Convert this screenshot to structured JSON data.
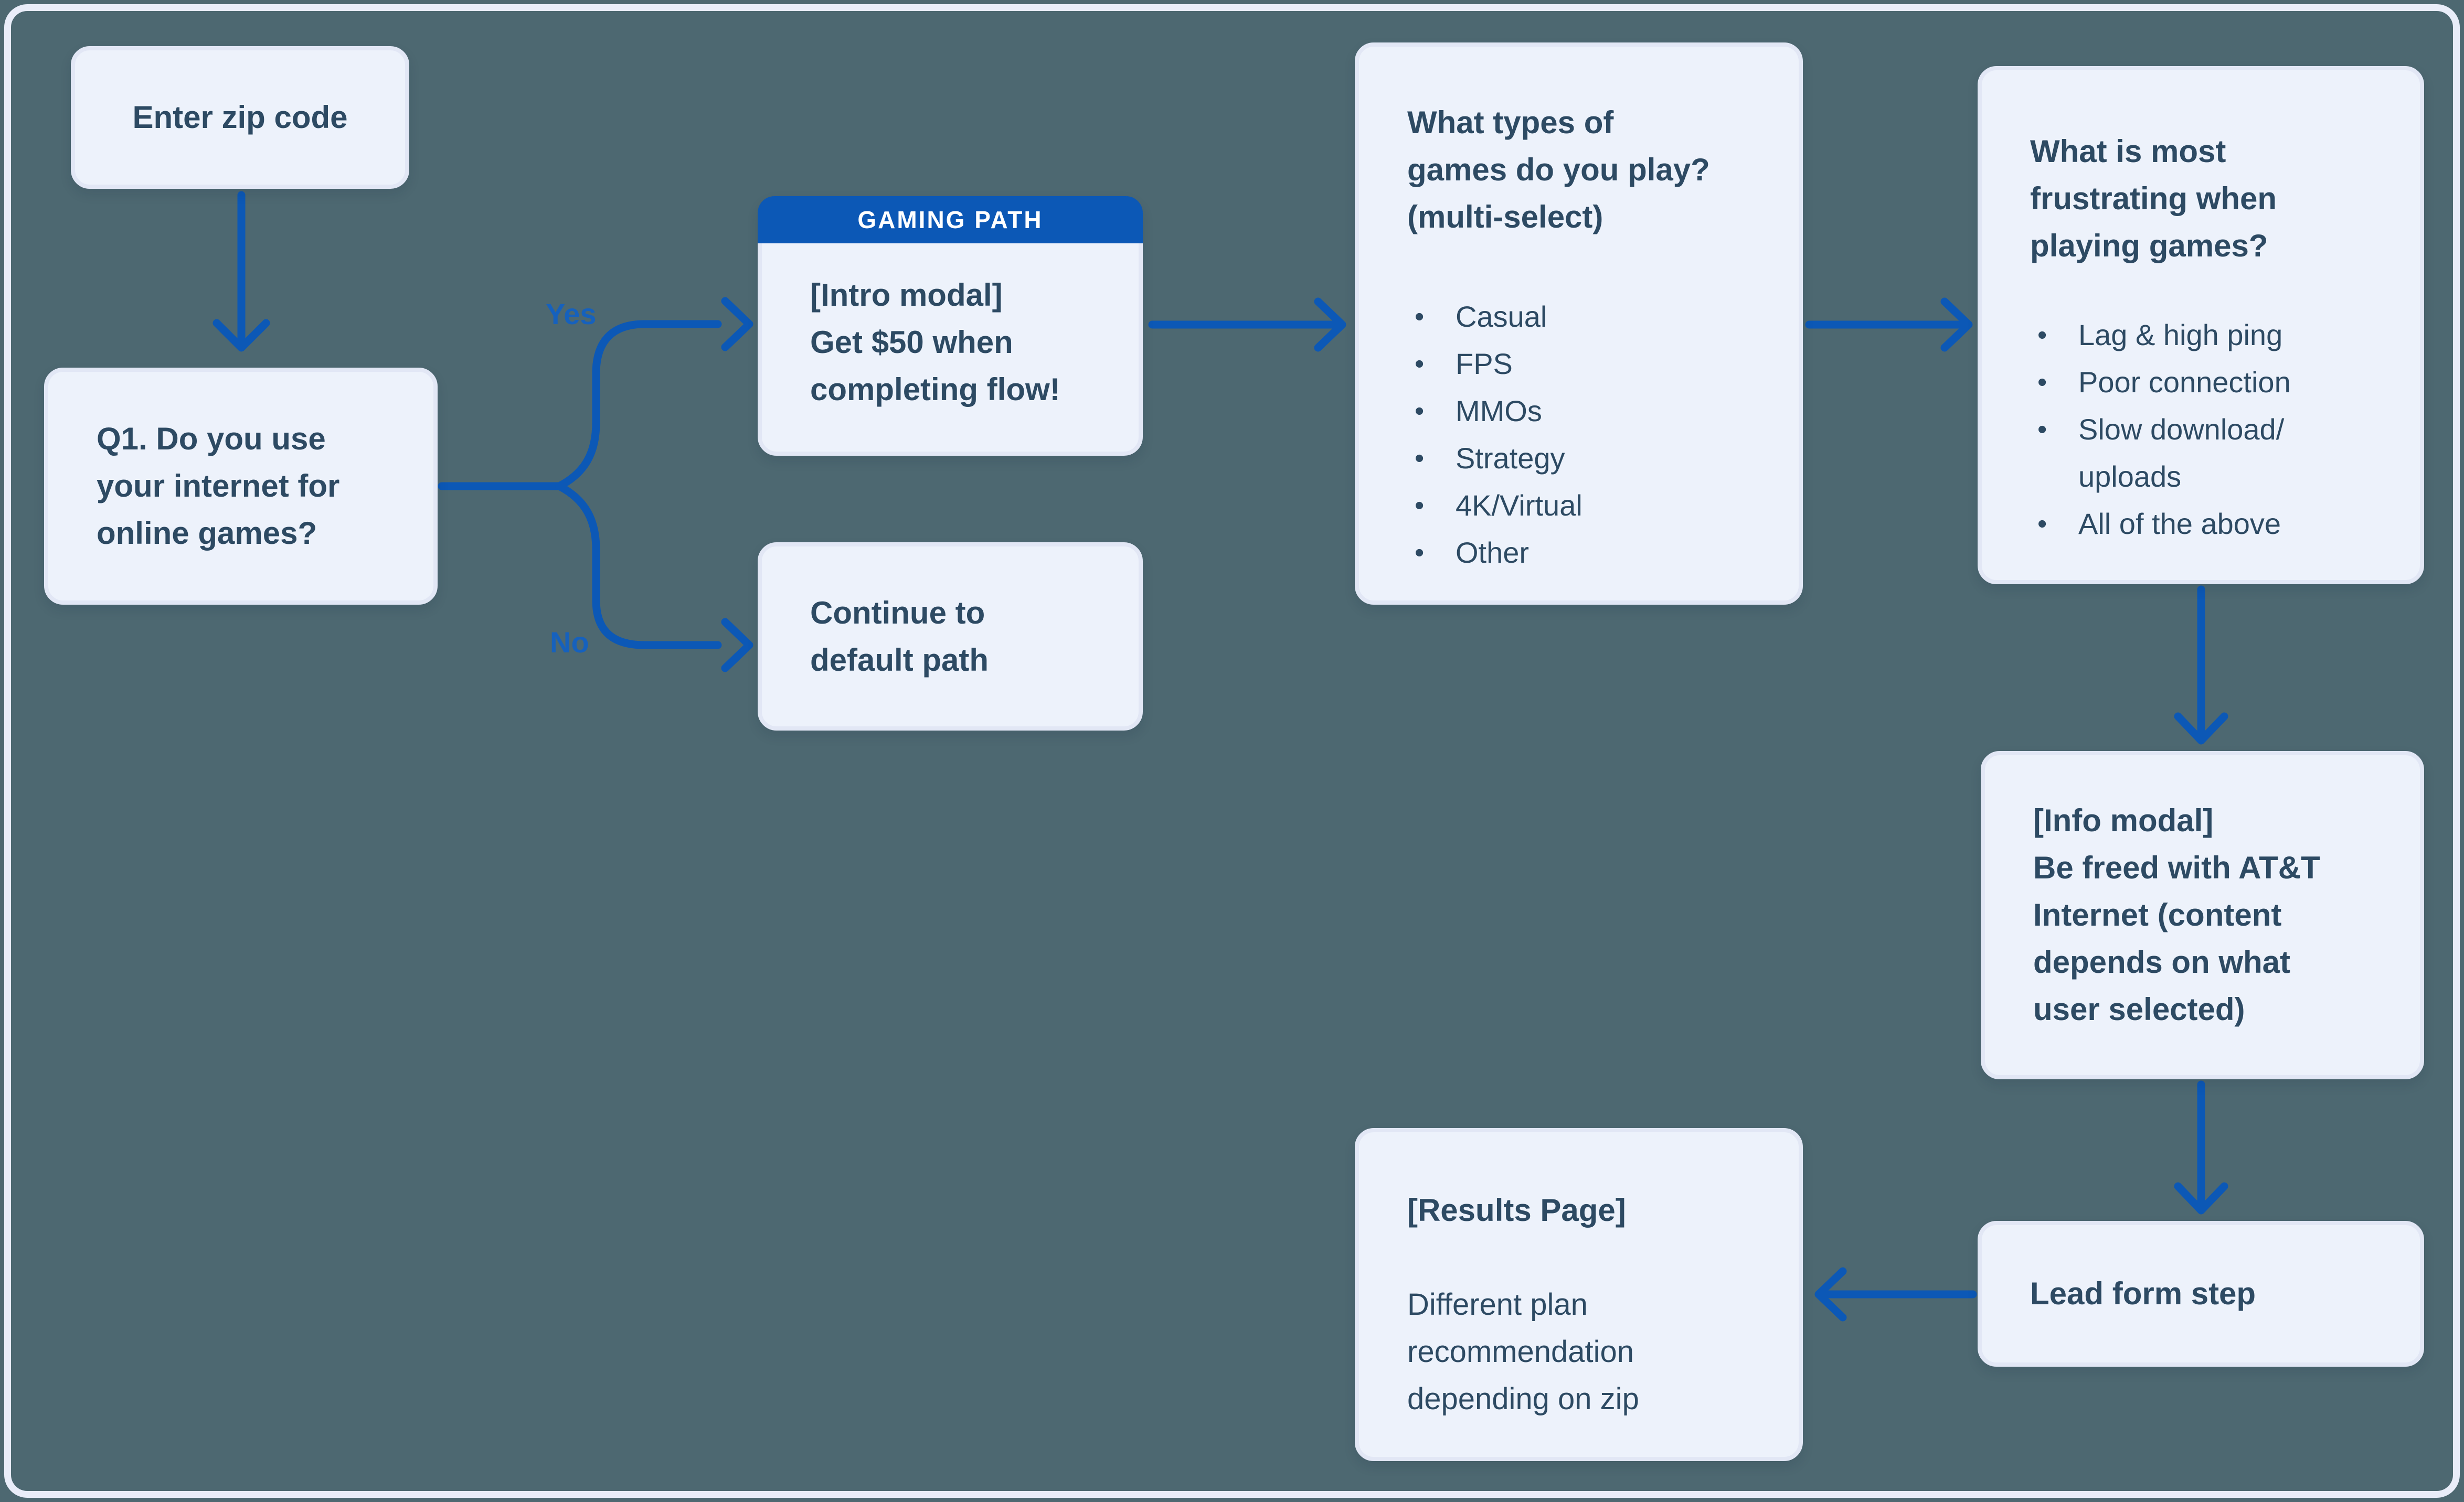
{
  "colors": {
    "background": "#4d6871",
    "frame": "#e9edf9",
    "card_fill": "#edf2fb",
    "card_border": "#e2e7f5",
    "accent": "#0c58b6",
    "header_bar": "#0c58b6",
    "header_text": "#ffffff",
    "text": "#2d4a63",
    "branch_label": "#1661bd"
  },
  "nodes": {
    "enter_zip": {
      "title": "Enter zip code"
    },
    "q1": {
      "title": "Q1. Do you use\nyour internet for\nonline games?"
    },
    "gaming_path": {
      "header": "GAMING PATH",
      "body": "[Intro modal]\nGet $50 when\ncompleting flow!"
    },
    "default_path": {
      "title": "Continue to\ndefault path"
    },
    "game_types": {
      "title": "What types of\ngames do you play?\n(multi-select)",
      "items": [
        "Casual",
        "FPS",
        "MMOs",
        "Strategy",
        "4K/Virtual",
        "Other"
      ]
    },
    "frustrations": {
      "title": "What is most\nfrustrating when\nplaying games?",
      "items": [
        "Lag & high ping",
        "Poor connection",
        "Slow download/\nuploads",
        "All of the above"
      ]
    },
    "info_modal": {
      "title": "[Info modal]\nBe freed with AT&T\nInternet (content\ndepends on what\nuser selected)"
    },
    "lead_form": {
      "title": "Lead form step"
    },
    "results": {
      "title": "[Results Page]",
      "body": "Different plan\nrecommendation\ndepending on zip"
    }
  },
  "edges": {
    "yes_label": "Yes",
    "no_label": "No"
  }
}
